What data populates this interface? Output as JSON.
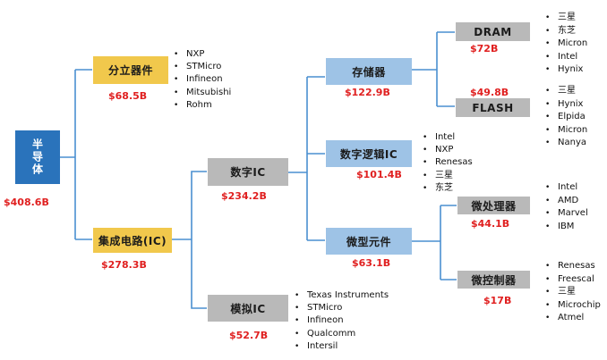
{
  "root": {
    "label": "半导体",
    "value": "$408.6B"
  },
  "discrete": {
    "label": "分立器件",
    "value": "$68.5B",
    "companies": [
      "NXP",
      "STMicro",
      "Infineon",
      "Mitsubishi",
      "Rohm"
    ]
  },
  "ic": {
    "label": "集成电路(IC)",
    "value": "$278.3B"
  },
  "digital_ic": {
    "label": "数字IC",
    "value": "$234.2B"
  },
  "analog_ic": {
    "label": "模拟IC",
    "value": "$52.7B",
    "companies": [
      "Texas Instruments",
      "STMicro",
      "Infineon",
      "Qualcomm",
      "Intersil"
    ]
  },
  "memory": {
    "label": "存储器",
    "value": "$122.9B"
  },
  "digital_logic": {
    "label": "数字逻辑IC",
    "value": "$101.4B",
    "companies": [
      "Intel",
      "NXP",
      "Renesas",
      "三星",
      "东芝"
    ]
  },
  "micro_components": {
    "label": "微型元件",
    "value": "$63.1B"
  },
  "dram": {
    "label": "DRAM",
    "value": "$72B",
    "companies": [
      "三星",
      "东芝",
      "Micron",
      "Intel",
      "Hynix"
    ]
  },
  "flash": {
    "label": "FLASH",
    "value": "$49.8B",
    "companies": [
      "三星",
      "Hynix",
      "Elpida",
      "Micron",
      "Nanya"
    ]
  },
  "microprocessor": {
    "label": "微处理器",
    "value": "$44.1B",
    "companies": [
      "Intel",
      "AMD",
      "Marvel",
      "IBM"
    ]
  },
  "microcontroller": {
    "label": "微控制器",
    "value": "$17B",
    "companies": [
      "Renesas",
      "Freescal",
      "三星",
      "Microchip",
      "Atmel"
    ]
  },
  "colors": {
    "root": "#2a73bb",
    "level1": "#f1c84c",
    "level2": "#b9b9b9",
    "level3": "#9ec3e6",
    "connector": "#4a8fd0",
    "value": "#e02020"
  }
}
